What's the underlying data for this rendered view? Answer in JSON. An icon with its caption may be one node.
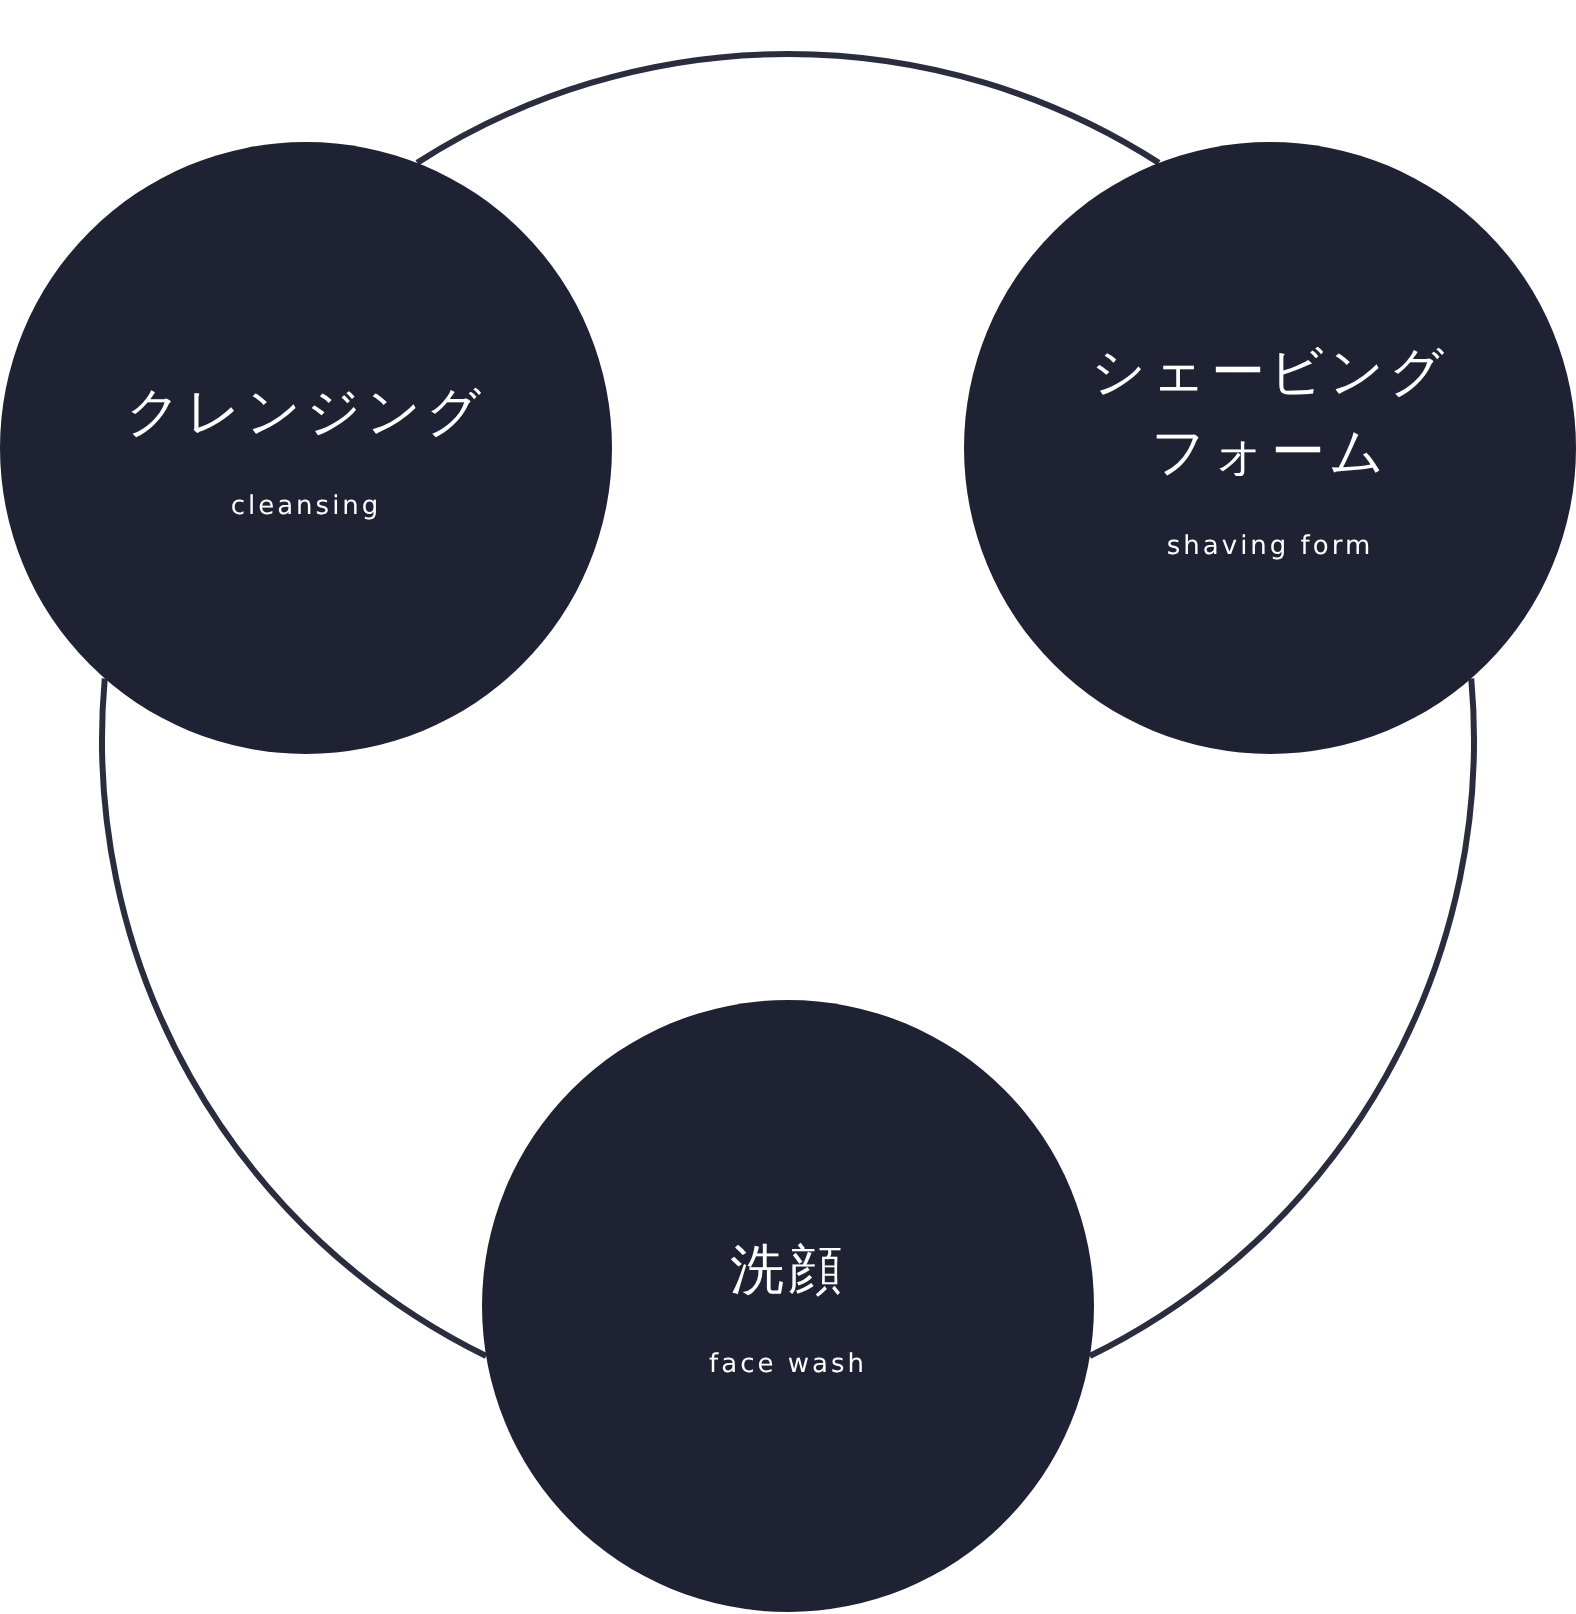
{
  "diagram": {
    "nodes": [
      {
        "text": [
          "クレンジング",
          "cleansing"
        ]
      },
      {
        "text": [
          "シェービングフォーム",
          "shaving form"
        ]
      },
      {
        "text": [
          "洗顔",
          "face wash"
        ]
      }
    ],
    "edges": [
      {
        "from": 0,
        "to": 1,
        "arrow": "none"
      },
      {
        "from": 1,
        "to": 2,
        "arrow": "none"
      },
      {
        "from": 2,
        "to": 0,
        "arrow": "none"
      }
    ]
  }
}
